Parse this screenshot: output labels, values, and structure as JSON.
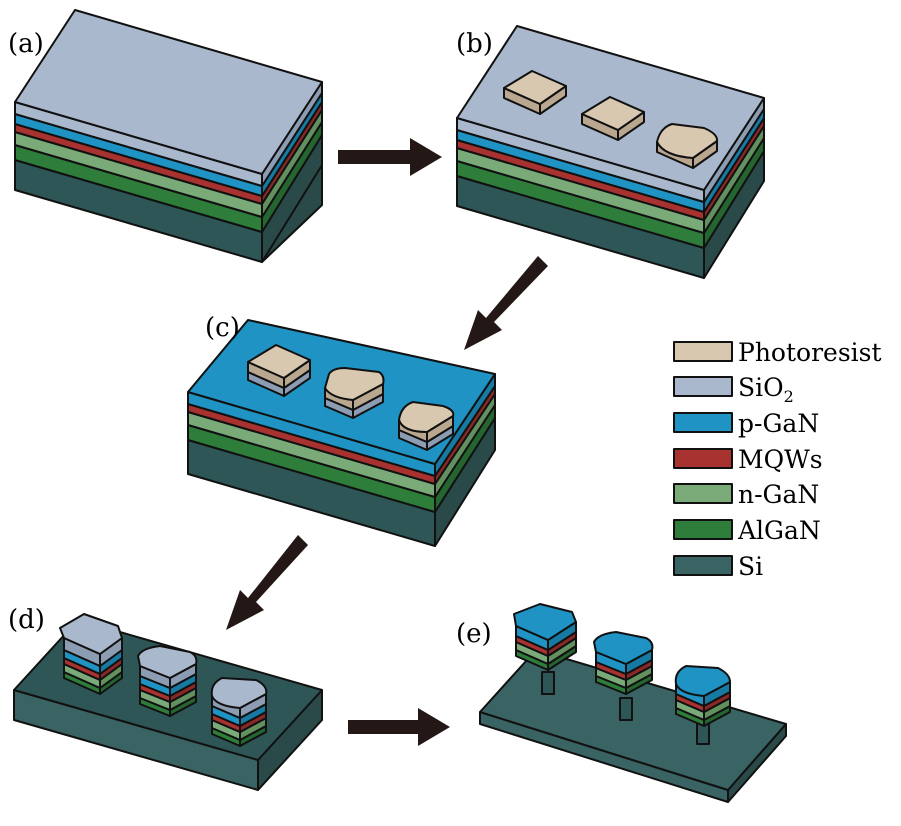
{
  "panel_labels": {
    "a": "(a)",
    "b": "(b)",
    "c": "(c)",
    "d": "(d)",
    "e": "(e)"
  },
  "legend": [
    {
      "key": "photoresist",
      "label": "Photoresist",
      "sub": "",
      "color": "#d9c8b0"
    },
    {
      "key": "sio2",
      "label": "SiO",
      "sub": "2",
      "color": "#a9b8cc"
    },
    {
      "key": "pgan",
      "label": "p-GaN",
      "sub": "",
      "color": "#1e93c4"
    },
    {
      "key": "mqws",
      "label": "MQWs",
      "sub": "",
      "color": "#a8322f"
    },
    {
      "key": "ngan",
      "label": "n-GaN",
      "sub": "",
      "color": "#7aaa78"
    },
    {
      "key": "algan",
      "label": "AlGaN",
      "sub": "",
      "color": "#2e7d3a"
    },
    {
      "key": "si",
      "label": "Si",
      "sub": "",
      "color": "#3a6363"
    }
  ],
  "colors": {
    "photoresist_side": "#b9a88f",
    "sio2_side": "#8c9cb2",
    "pgan_side": "#177aa3",
    "mqws_side": "#8a2826",
    "ngan_side": "#62915f",
    "algan_side": "#246530",
    "si_top": "#2e5656",
    "si_side": "#2a4a4a",
    "arrow": "#231815"
  }
}
